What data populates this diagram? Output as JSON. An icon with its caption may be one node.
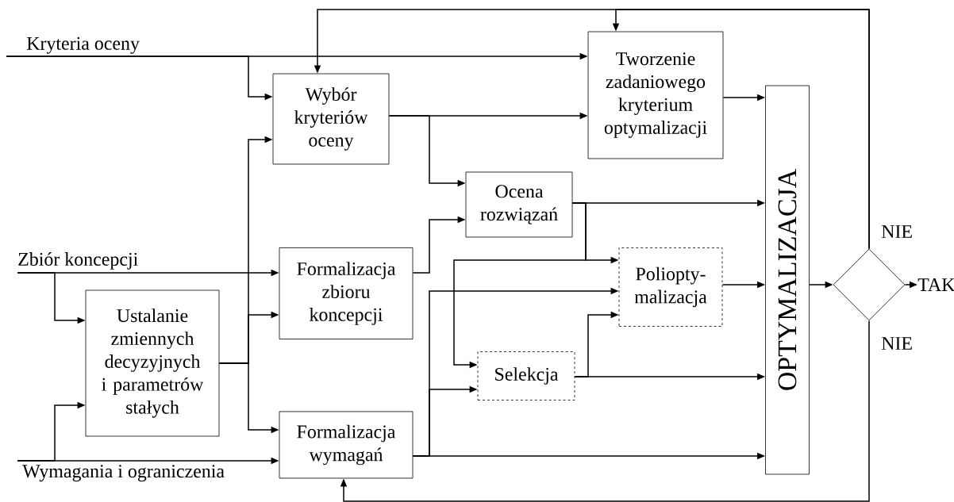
{
  "diagram": {
    "nodes": [
      {
        "text": [
          "Kryteria oceny"
        ]
      },
      {
        "text": [
          "Zbiór koncepcji"
        ]
      },
      {
        "text": [
          "Wymagania i ograniczenia"
        ]
      },
      {
        "text": [
          "Wybór kryteriów oceny"
        ]
      },
      {
        "text": [
          "Tworzenie zadaniowego kryterium optymalizacji"
        ]
      },
      {
        "text": [
          "Ocena rozwiązań"
        ]
      },
      {
        "text": [
          "Formalizacja zbioru koncepcji"
        ]
      },
      {
        "text": [
          "Ustalanie zmiennych decyzyjnych i parametrów stałych"
        ]
      },
      {
        "text": [
          "Selekcja"
        ]
      },
      {
        "text": [
          "Poliopty-malizacja"
        ]
      },
      {
        "text": [
          "Formalizacja wymagań"
        ]
      },
      {
        "text": [
          "OPTYMALIZACJA"
        ]
      },
      {
        "text": [],
        "shape": "diamond"
      },
      {
        "text": [
          "TAK"
        ]
      }
    ],
    "edges": [
      {
        "from": 0,
        "to": 3,
        "arrow": "to"
      },
      {
        "from": 0,
        "to": 4,
        "arrow": "to"
      },
      {
        "from": 1,
        "to": 6,
        "arrow": "to"
      },
      {
        "from": 1,
        "to": 7,
        "arrow": "to"
      },
      {
        "from": 2,
        "to": 10,
        "arrow": "to"
      },
      {
        "from": 2,
        "to": 7,
        "arrow": "to"
      },
      {
        "from": 7,
        "to": 3,
        "arrow": "to"
      },
      {
        "from": 7,
        "to": 6,
        "arrow": "to"
      },
      {
        "from": 7,
        "to": 10,
        "arrow": "to"
      },
      {
        "from": 3,
        "to": 4,
        "arrow": "to"
      },
      {
        "from": 3,
        "to": 5,
        "arrow": "to"
      },
      {
        "from": 6,
        "to": 5,
        "arrow": "to"
      },
      {
        "from": 4,
        "to": 11,
        "arrow": "to"
      },
      {
        "from": 5,
        "to": 11,
        "arrow": "to"
      },
      {
        "from": 5,
        "to": 9,
        "arrow": "to"
      },
      {
        "from": 5,
        "to": 8,
        "arrow": "to"
      },
      {
        "from": 10,
        "to": 11,
        "arrow": "to"
      },
      {
        "from": 10,
        "to": 9,
        "arrow": "to"
      },
      {
        "from": 10,
        "to": 8,
        "arrow": "to"
      },
      {
        "from": 8,
        "to": 11,
        "arrow": "to"
      },
      {
        "from": 8,
        "to": 9,
        "arrow": "to"
      },
      {
        "from": 9,
        "to": 11,
        "arrow": "to"
      },
      {
        "from": 11,
        "to": 12,
        "arrow": "to"
      },
      {
        "from": 12,
        "to": 3,
        "arrow": "to"
      },
      {
        "from": 12,
        "to": 4,
        "arrow": "to"
      },
      {
        "from": 12,
        "to": 10,
        "arrow": "to"
      },
      {
        "from": 12,
        "to": 13,
        "arrow": "to"
      }
    ],
    "labels": [
      "NIE",
      "NIE"
    ]
  }
}
